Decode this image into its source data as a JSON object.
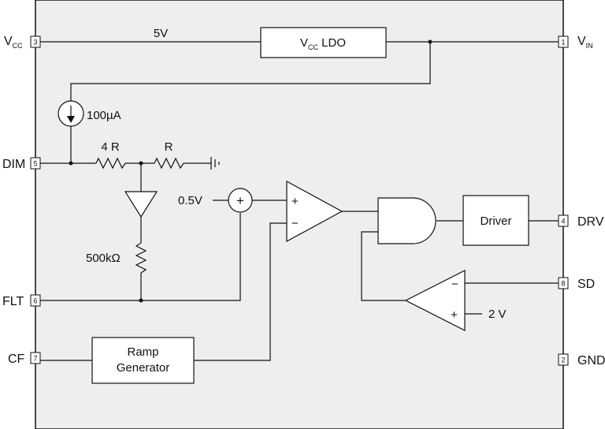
{
  "colors": {
    "chip_body": "#eeeeee",
    "line": "#111111",
    "block_fill": "#ffffff"
  },
  "pins": {
    "vcc": {
      "name": "V",
      "sub": "CC",
      "number": "3"
    },
    "vin": {
      "name": "V",
      "sub": "IN",
      "number": "1"
    },
    "dim": {
      "name": "DIM",
      "number": "5"
    },
    "drv": {
      "name": "DRV",
      "number": "4"
    },
    "sd": {
      "name": "SD",
      "number": "8"
    },
    "flt": {
      "name": "FLT",
      "number": "6"
    },
    "cf": {
      "name": "CF",
      "number": "7"
    },
    "gnd": {
      "name": "GND",
      "number": "2"
    }
  },
  "blocks": {
    "ldo": {
      "main": "V",
      "sub": "CC",
      "rest": " LDO"
    },
    "driver": "Driver",
    "ramp": {
      "line1": "Ramp",
      "line2": "Generator"
    }
  },
  "labels": {
    "vcc_rail": "5V",
    "current_source": "100µA",
    "r_top": "4 R",
    "r_bottom": "R",
    "r_500k": "500kΩ",
    "ref_0v5": "0.5V",
    "ref_2v": "2 V",
    "summer_sign": "+",
    "comp_plus": "+",
    "comp_minus": "−",
    "sd_comp_minus": "−",
    "sd_comp_plus": "+"
  }
}
